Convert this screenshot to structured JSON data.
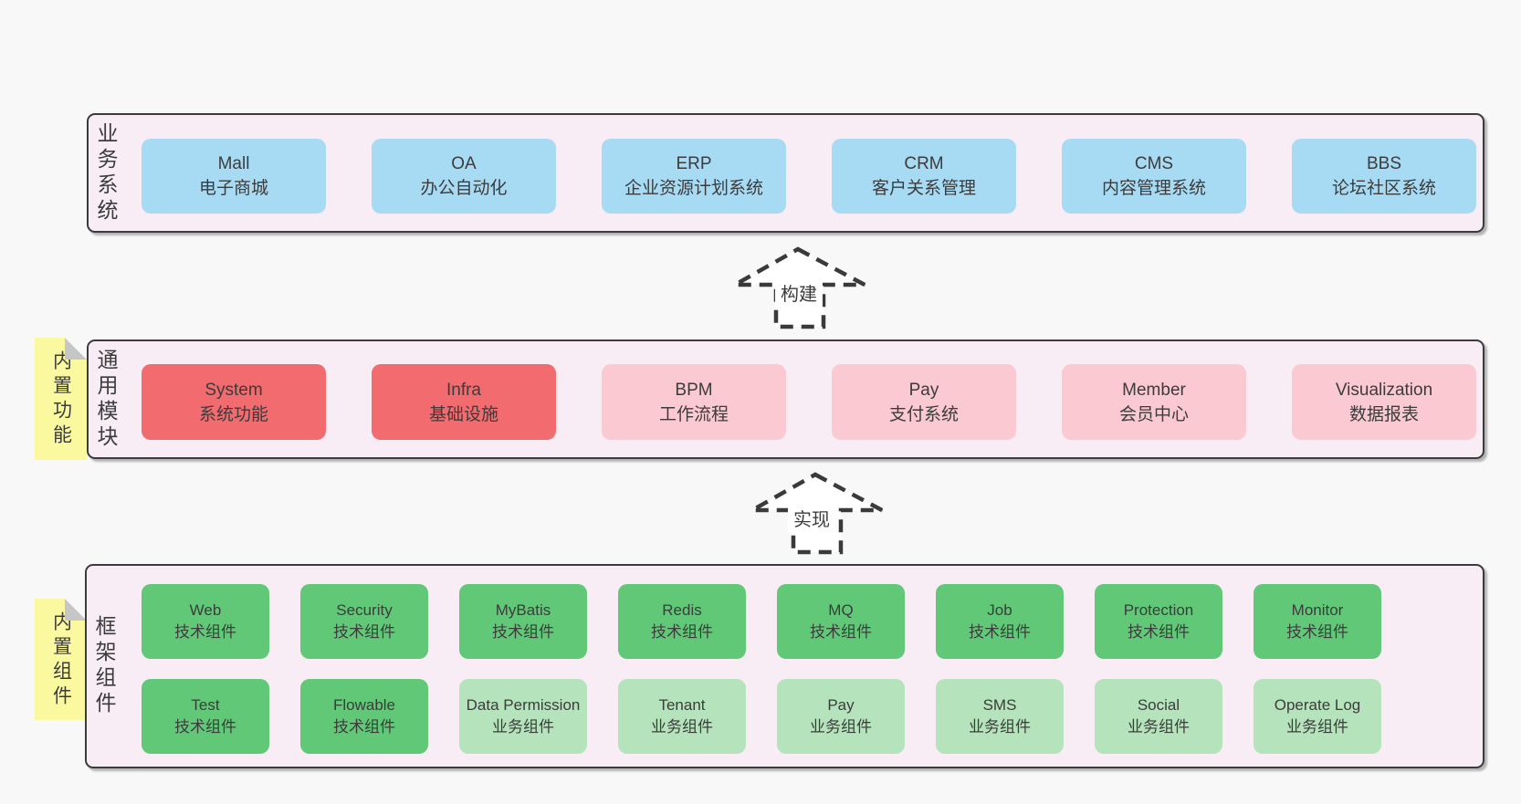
{
  "layers": [
    {
      "name": "business-systems",
      "side_label": "业务系统",
      "tag": null,
      "rows": [
        [
          {
            "title": "Mall",
            "subtitle": "电子商城",
            "variant": "blue"
          },
          {
            "title": "OA",
            "subtitle": "办公自动化",
            "variant": "blue"
          },
          {
            "title": "ERP",
            "subtitle": "企业资源计划系统",
            "variant": "blue"
          },
          {
            "title": "CRM",
            "subtitle": "客户关系管理",
            "variant": "blue"
          },
          {
            "title": "CMS",
            "subtitle": "内容管理系统",
            "variant": "blue"
          },
          {
            "title": "BBS",
            "subtitle": "论坛社区系统",
            "variant": "blue"
          }
        ]
      ]
    },
    {
      "name": "common-modules",
      "side_label": "通用模块",
      "tag": "内置功能",
      "rows": [
        [
          {
            "title": "System",
            "subtitle": "系统功能",
            "variant": "red"
          },
          {
            "title": "Infra",
            "subtitle": "基础设施",
            "variant": "red"
          },
          {
            "title": "BPM",
            "subtitle": "工作流程",
            "variant": "pink"
          },
          {
            "title": "Pay",
            "subtitle": "支付系统",
            "variant": "pink"
          },
          {
            "title": "Member",
            "subtitle": "会员中心",
            "variant": "pink"
          },
          {
            "title": "Visualization",
            "subtitle": "数据报表",
            "variant": "pink"
          }
        ]
      ]
    },
    {
      "name": "framework-components",
      "side_label": "框架组件",
      "tag": "内置组件",
      "rows": [
        [
          {
            "title": "Web",
            "subtitle": "技术组件",
            "variant": "green"
          },
          {
            "title": "Security",
            "subtitle": "技术组件",
            "variant": "green"
          },
          {
            "title": "MyBatis",
            "subtitle": "技术组件",
            "variant": "green"
          },
          {
            "title": "Redis",
            "subtitle": "技术组件",
            "variant": "green"
          },
          {
            "title": "MQ",
            "subtitle": "技术组件",
            "variant": "green"
          },
          {
            "title": "Job",
            "subtitle": "技术组件",
            "variant": "green"
          },
          {
            "title": "Protection",
            "subtitle": "技术组件",
            "variant": "green"
          },
          {
            "title": "Monitor",
            "subtitle": "技术组件",
            "variant": "green"
          }
        ],
        [
          {
            "title": "Test",
            "subtitle": "技术组件",
            "variant": "green"
          },
          {
            "title": "Flowable",
            "subtitle": "技术组件",
            "variant": "green"
          },
          {
            "title": "Data Permission",
            "subtitle": "业务组件",
            "variant": "light-green"
          },
          {
            "title": "Tenant",
            "subtitle": "业务组件",
            "variant": "light-green"
          },
          {
            "title": "Pay",
            "subtitle": "业务组件",
            "variant": "light-green"
          },
          {
            "title": "SMS",
            "subtitle": "业务组件",
            "variant": "light-green"
          },
          {
            "title": "Social",
            "subtitle": "业务组件",
            "variant": "light-green"
          },
          {
            "title": "Operate Log",
            "subtitle": "业务组件",
            "variant": "light-green"
          }
        ]
      ]
    }
  ],
  "arrows": [
    {
      "label": "构建"
    },
    {
      "label": "实现"
    }
  ],
  "colors": {
    "page_bg": "#f8f8f8",
    "container_bg": "#f8edf5",
    "container_border": "#3b3b3b",
    "blue": "#a7daf3",
    "red": "#f16b6f",
    "pink": "#fac9d2",
    "green": "#61c878",
    "light_green": "#b5e3bb",
    "yellow_tag": "#fbf9a0",
    "fold_gray": "#c6c6c6",
    "text": "#3c3c3c"
  }
}
